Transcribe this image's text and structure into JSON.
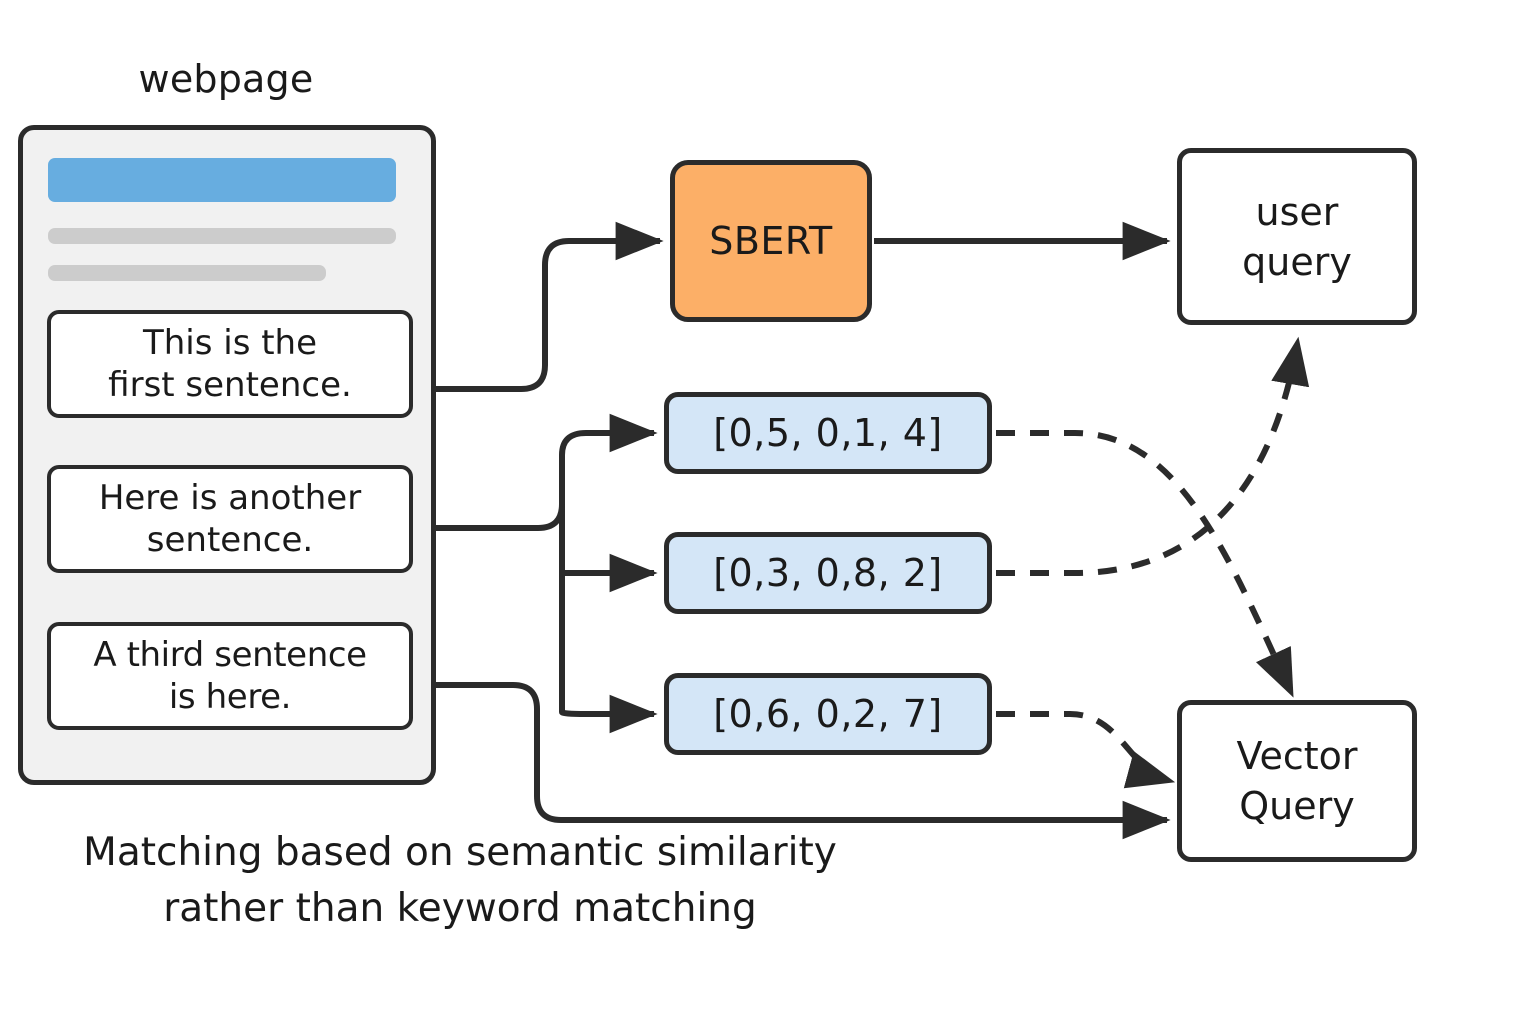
{
  "diagram": {
    "webpage_label": "webpage",
    "caption": "Matching based on semantic similarity\nrather than keyword matching",
    "colors": {
      "sbert_fill": "#fcaf67",
      "vector_fill": "#d4e6f7",
      "panel_fill": "#f1f1f1",
      "header_bar": "#67ade0",
      "placeholder_bar": "#cccccc",
      "stroke": "#2b2b2b"
    }
  },
  "webpage": {
    "sentences": [
      {
        "text": "This is the\nfirst sentence."
      },
      {
        "text": "Here is another\nsentence."
      },
      {
        "text": "A third sentence\nis here."
      }
    ]
  },
  "nodes": {
    "sbert": {
      "label": "SBERT"
    },
    "user_query": {
      "label": "user\nquery"
    },
    "vector_query": {
      "label": "Vector\nQuery"
    }
  },
  "vectors": [
    {
      "label": "[0,5, 0,1, 4]"
    },
    {
      "label": "[0,3, 0,8, 2]"
    },
    {
      "label": "[0,6, 0,2, 7]"
    }
  ]
}
